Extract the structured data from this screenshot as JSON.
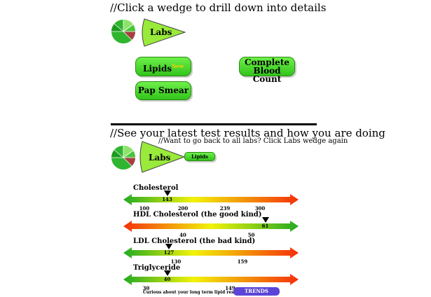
{
  "section1": {
    "heading": "//Click a wedge to drill down into details",
    "labs_label": "Labs",
    "buttons": {
      "lipids": "Lipids",
      "lipids_badge": "New",
      "cbc_line1": "Complete",
      "cbc_line2": "Blood Count",
      "pap": "Pap Smear"
    }
  },
  "section2": {
    "heading": "//See your latest test results and how you are doing",
    "back_note": "//Want to go back to all labs? Click Labs wedge again",
    "labs_label": "Labs",
    "lipids_button": "Lipids"
  },
  "colors": {
    "green": "#22aa22",
    "yellow": "#f2f20a",
    "red": "#f4300a",
    "button_green": "#4fd62e",
    "trends_purple": "#5b45d6"
  },
  "results": [
    {
      "name": "Cholesterol",
      "value": "143",
      "scale": "low-good",
      "position": 0.25,
      "ticks": [
        {
          "label": "100",
          "pos": 0.12
        },
        {
          "label": "200",
          "pos": 0.34
        },
        {
          "label": "239",
          "pos": 0.58
        },
        {
          "label": "300",
          "pos": 0.78
        }
      ]
    },
    {
      "name": "HDL Cholesterol (the good kind)",
      "value": "61",
      "scale": "high-good",
      "position": 0.81,
      "ticks": [
        {
          "label": "40",
          "pos": 0.34
        },
        {
          "label": "50",
          "pos": 0.73
        }
      ]
    },
    {
      "name": "LDL Cholesterol (the bad kind)",
      "value": "127",
      "scale": "low-good",
      "position": 0.26,
      "ticks": [
        {
          "label": "130",
          "pos": 0.3
        },
        {
          "label": "159",
          "pos": 0.68
        }
      ]
    },
    {
      "name": "Triglyceride",
      "value": "40",
      "scale": "low-good",
      "position": 0.25,
      "ticks": [
        {
          "label": "30",
          "pos": 0.13
        },
        {
          "label": "149",
          "pos": 0.61
        }
      ]
    }
  ],
  "footer": {
    "question": "Curious about your long term lipid results?",
    "trends_label": "TRENDS"
  }
}
